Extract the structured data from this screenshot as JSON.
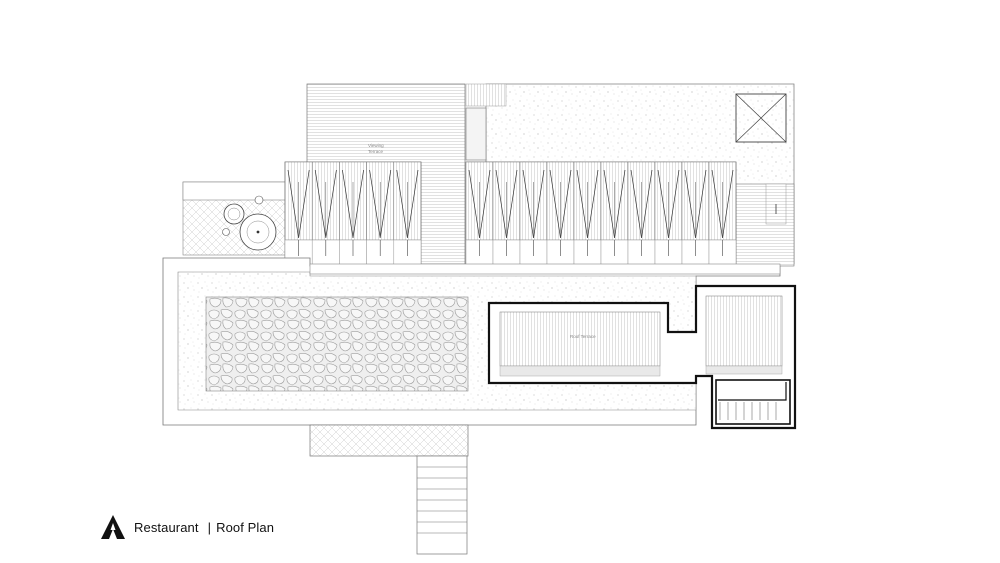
{
  "drawing": {
    "project": "Restaurant",
    "sheet": "Roof Plan",
    "separator": "|",
    "labels": {
      "viewing_terrace_1": "Viewing",
      "viewing_terrace_2": "Terrace",
      "roof_terrace": "Roof Terrace"
    },
    "icon": "north-arrow-icon"
  }
}
